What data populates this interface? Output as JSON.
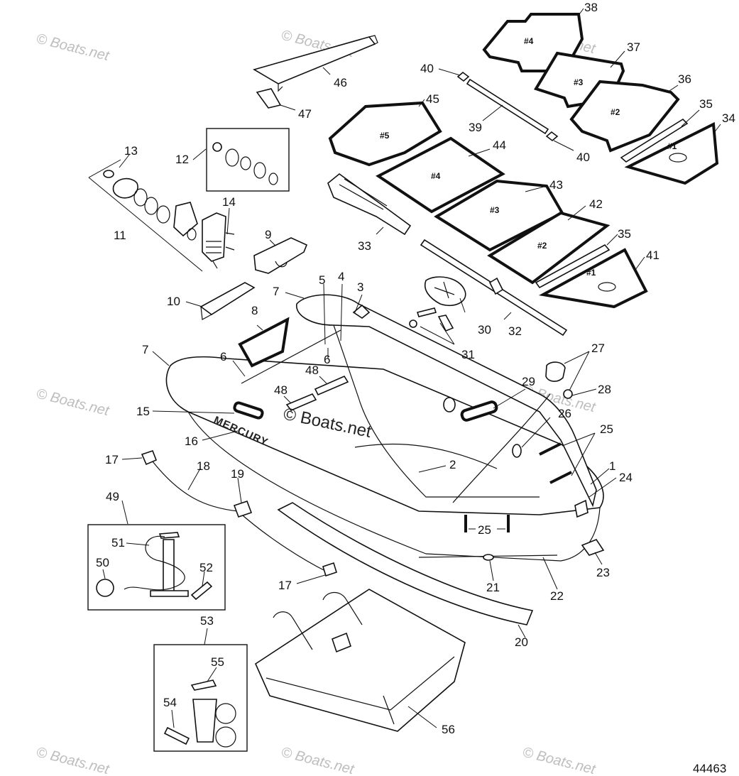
{
  "diagram_ref": "44463",
  "watermark": "© Boats.net",
  "brand_text": "MERCURY",
  "panel_labels": {
    "floor_4a": "#4",
    "floor_3a": "#3",
    "floor_2a": "#2",
    "floor_1a": "#1",
    "floor_5": "#5",
    "floor_4b": "#4",
    "floor_3b": "#3",
    "floor_2b": "#2",
    "floor_1b": "#1"
  },
  "callouts": [
    {
      "id": "c38",
      "text": "38"
    },
    {
      "id": "c37",
      "text": "37"
    },
    {
      "id": "c36",
      "text": "36"
    },
    {
      "id": "c35a",
      "text": "35"
    },
    {
      "id": "c34",
      "text": "34"
    },
    {
      "id": "c40a",
      "text": "40"
    },
    {
      "id": "c39",
      "text": "39"
    },
    {
      "id": "c40b",
      "text": "40"
    },
    {
      "id": "c46",
      "text": "46"
    },
    {
      "id": "c47",
      "text": "47"
    },
    {
      "id": "c45",
      "text": "45"
    },
    {
      "id": "c44",
      "text": "44"
    },
    {
      "id": "c43",
      "text": "43"
    },
    {
      "id": "c42",
      "text": "42"
    },
    {
      "id": "c35b",
      "text": "35"
    },
    {
      "id": "c41",
      "text": "41"
    },
    {
      "id": "c13",
      "text": "13"
    },
    {
      "id": "c12",
      "text": "12"
    },
    {
      "id": "c11",
      "text": "11"
    },
    {
      "id": "c14",
      "text": "14"
    },
    {
      "id": "c9",
      "text": "9"
    },
    {
      "id": "c33",
      "text": "33"
    },
    {
      "id": "c10",
      "text": "10"
    },
    {
      "id": "c7a",
      "text": "7"
    },
    {
      "id": "c5",
      "text": "5"
    },
    {
      "id": "c4",
      "text": "4"
    },
    {
      "id": "c3",
      "text": "3"
    },
    {
      "id": "c8",
      "text": "8"
    },
    {
      "id": "c30",
      "text": "30"
    },
    {
      "id": "c32",
      "text": "32"
    },
    {
      "id": "c31",
      "text": "31"
    },
    {
      "id": "c7b",
      "text": "7"
    },
    {
      "id": "c6a",
      "text": "6"
    },
    {
      "id": "c6b",
      "text": "6"
    },
    {
      "id": "c48a",
      "text": "48"
    },
    {
      "id": "c48b",
      "text": "48"
    },
    {
      "id": "c27",
      "text": "27"
    },
    {
      "id": "c28",
      "text": "28"
    },
    {
      "id": "c29",
      "text": "29"
    },
    {
      "id": "c15",
      "text": "15"
    },
    {
      "id": "c26",
      "text": "26"
    },
    {
      "id": "c25a",
      "text": "25"
    },
    {
      "id": "c16",
      "text": "16"
    },
    {
      "id": "c2",
      "text": "2"
    },
    {
      "id": "c1",
      "text": "1"
    },
    {
      "id": "c24",
      "text": "24"
    },
    {
      "id": "c17a",
      "text": "17"
    },
    {
      "id": "c18",
      "text": "18"
    },
    {
      "id": "c19",
      "text": "19"
    },
    {
      "id": "c49",
      "text": "49"
    },
    {
      "id": "c51",
      "text": "51"
    },
    {
      "id": "c50",
      "text": "50"
    },
    {
      "id": "c52",
      "text": "52"
    },
    {
      "id": "c25b",
      "text": "25"
    },
    {
      "id": "c23",
      "text": "23"
    },
    {
      "id": "c21",
      "text": "21"
    },
    {
      "id": "c22",
      "text": "22"
    },
    {
      "id": "c17b",
      "text": "17"
    },
    {
      "id": "c53",
      "text": "53"
    },
    {
      "id": "c20",
      "text": "20"
    },
    {
      "id": "c55",
      "text": "55"
    },
    {
      "id": "c54",
      "text": "54"
    },
    {
      "id": "c56",
      "text": "56"
    }
  ]
}
